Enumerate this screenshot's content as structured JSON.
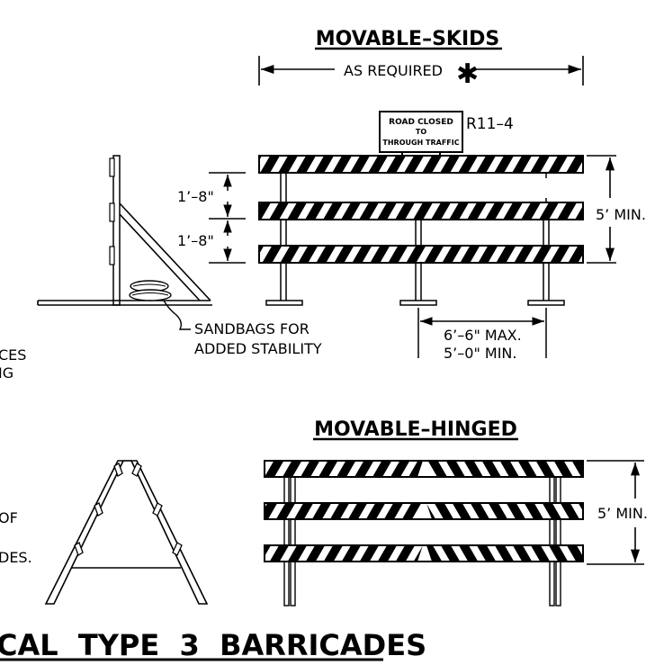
{
  "sections": {
    "skids": {
      "title": "MOVABLE–SKIDS",
      "width_label": "AS REQUIRED",
      "sign_code": "R11–4",
      "sign_line1": "ROAD CLOSED",
      "sign_line2": "TO",
      "sign_line3": "THROUGH TRAFFIC",
      "spacing_label_1": "1’–8\"",
      "spacing_label_2": "1’–8\"",
      "height_label": "5’ MIN.",
      "sandbag_line1": "SANDBAGS FOR",
      "sandbag_line2": "ADDED STABILITY",
      "post_spacing_max": "6’–6\" MAX.",
      "post_spacing_min": "5’–0\" MIN."
    },
    "hinged": {
      "title": "MOVABLE–HINGED",
      "height_label": "5’ MIN."
    }
  },
  "left_fragments": {
    "line1": "CES",
    "line2": "IG",
    "line3": "OF",
    "line4": "DES."
  },
  "footer_title": "CAL  TYPE  3  BARRICADES",
  "colors": {
    "ink": "#000000",
    "paper": "#ffffff"
  }
}
